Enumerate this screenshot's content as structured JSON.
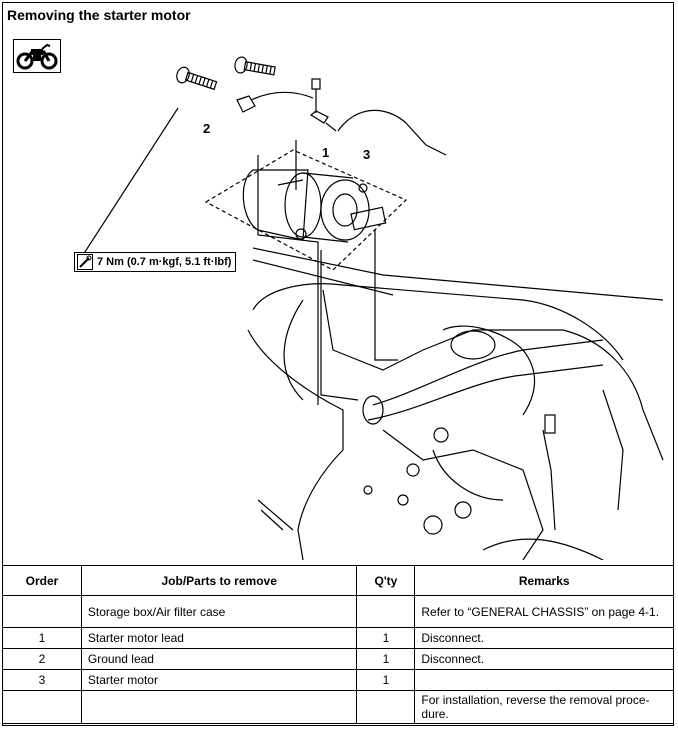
{
  "title": "Removing the starter motor",
  "icons": {
    "section_icon": "motorcycle-icon",
    "torque_icon": "torque-wrench-icon"
  },
  "torque": "7 Nm (0.7 m·kgf, 5.1 ft·lbf)",
  "callouts": {
    "c1": "1",
    "c2": "2",
    "c3": "3"
  },
  "table": {
    "headers": [
      "Order",
      "Job/Parts to remove",
      "Q'ty",
      "Remarks"
    ],
    "rows": [
      {
        "order": "",
        "part": "Storage box/Air filter case",
        "qty": "",
        "remarks": "Refer to “GENERAL CHASSIS” on page 4-1."
      },
      {
        "order": "1",
        "part": "Starter motor lead",
        "qty": "1",
        "remarks": "Disconnect."
      },
      {
        "order": "2",
        "part": "Ground lead",
        "qty": "1",
        "remarks": "Disconnect."
      },
      {
        "order": "3",
        "part": "Starter motor",
        "qty": "1",
        "remarks": ""
      },
      {
        "order": "",
        "part": "",
        "qty": "",
        "remarks": "For installation, reverse the removal proce-dure."
      }
    ]
  }
}
